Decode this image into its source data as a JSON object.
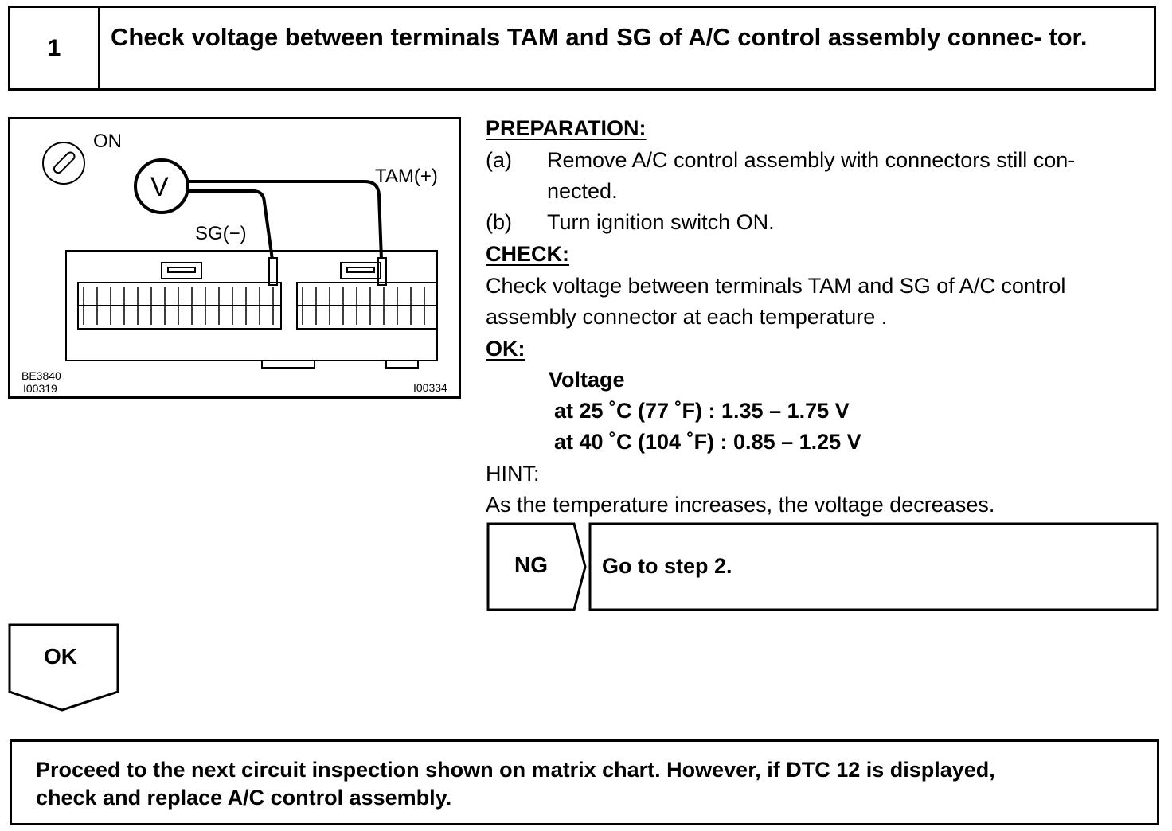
{
  "step": {
    "number": "1",
    "title": "Check voltage between terminals TAM and SG of A/C control assembly connec- tor."
  },
  "figure": {
    "switch_label": "ON",
    "meter_label": "V",
    "tam_label": "TAM(+)",
    "sg_label": "SG(−)",
    "code_left_1": "BE3840",
    "code_left_2": "I00319",
    "code_right": "I00334"
  },
  "preparation": {
    "heading": "PREPARATION:",
    "items": [
      {
        "label": "(a)",
        "text_line1": "Remove A/C control assembly with connectors still con-",
        "text_line2": "nected."
      },
      {
        "label": "(b)",
        "text_line1": "Turn ignition switch ON."
      }
    ]
  },
  "check": {
    "heading": "CHECK:",
    "line1": "Check voltage between terminals TAM and SG of A/C control",
    "line2": "assembly connector at each temperature ."
  },
  "ok_spec": {
    "heading": "OK:",
    "title": "Voltage",
    "rows": [
      "at 25 ˚C (77 ˚F) : 1.35 – 1.75 V",
      "at 40 ˚C (104 ˚F) : 0.85 – 1.25 V"
    ]
  },
  "hint": {
    "heading": "HINT:",
    "text": "As the temperature increases, the voltage decreases."
  },
  "ng": {
    "label": "NG",
    "result": "Go to step 2."
  },
  "ok": {
    "label": "OK"
  },
  "final": {
    "line1": "Proceed to the next circuit inspection shown on matrix chart.  However, if DTC  12 is displayed,",
    "line2": "check and replace A/C control assembly."
  }
}
